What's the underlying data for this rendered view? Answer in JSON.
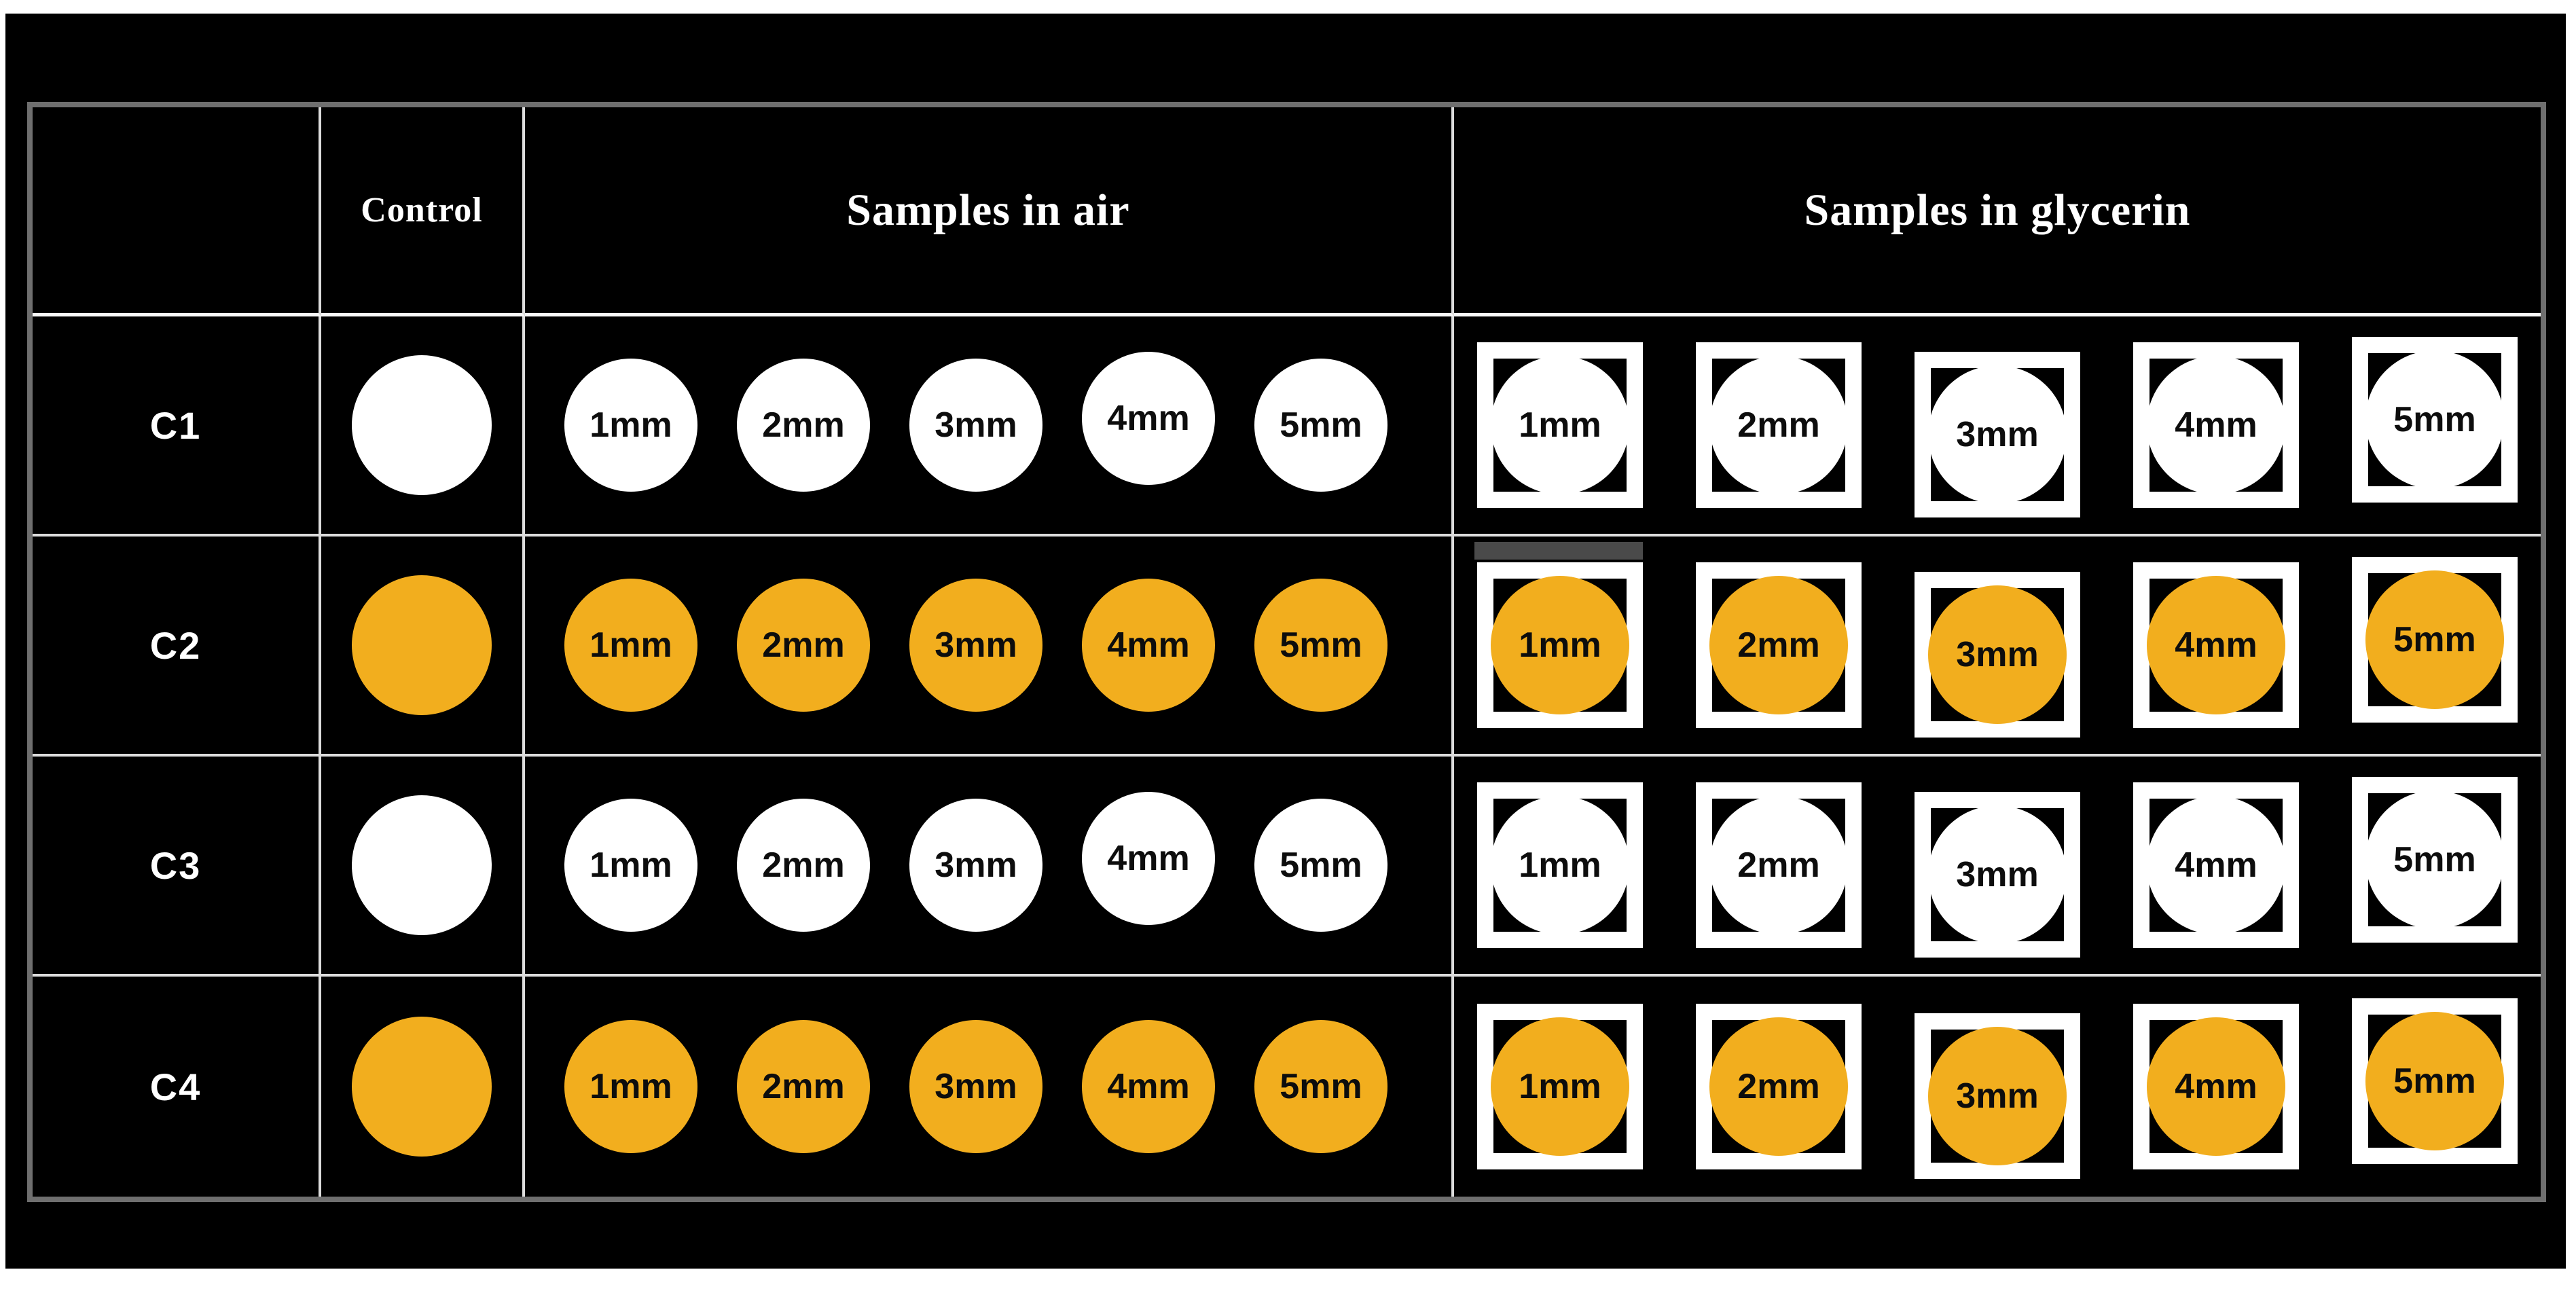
{
  "figure": {
    "header": {
      "row_label_column": "",
      "control": "Control",
      "air": "Samples in air",
      "glycerin": "Samples in glycerin"
    },
    "sizes": [
      "1mm",
      "2mm",
      "3mm",
      "4mm",
      "5mm"
    ],
    "rows": [
      {
        "label": "C1",
        "sample_color_name": "white",
        "sample_hex": "#ffffff"
      },
      {
        "label": "C2",
        "sample_color_name": "orange",
        "sample_hex": "#f2ae1e"
      },
      {
        "label": "C3",
        "sample_color_name": "white",
        "sample_hex": "#ffffff"
      },
      {
        "label": "C4",
        "sample_color_name": "orange",
        "sample_hex": "#f2ae1e"
      }
    ],
    "colors": {
      "page_background": "#ffffff",
      "figure_background": "#000000",
      "grid_line": "#dcdcdc",
      "outer_border": "#6f6f6f",
      "frame_white": "#ffffff",
      "circle_label_text": "#0d0d0d",
      "header_text": "#ffffff",
      "artifact_gray": "#4a4a4a"
    }
  }
}
